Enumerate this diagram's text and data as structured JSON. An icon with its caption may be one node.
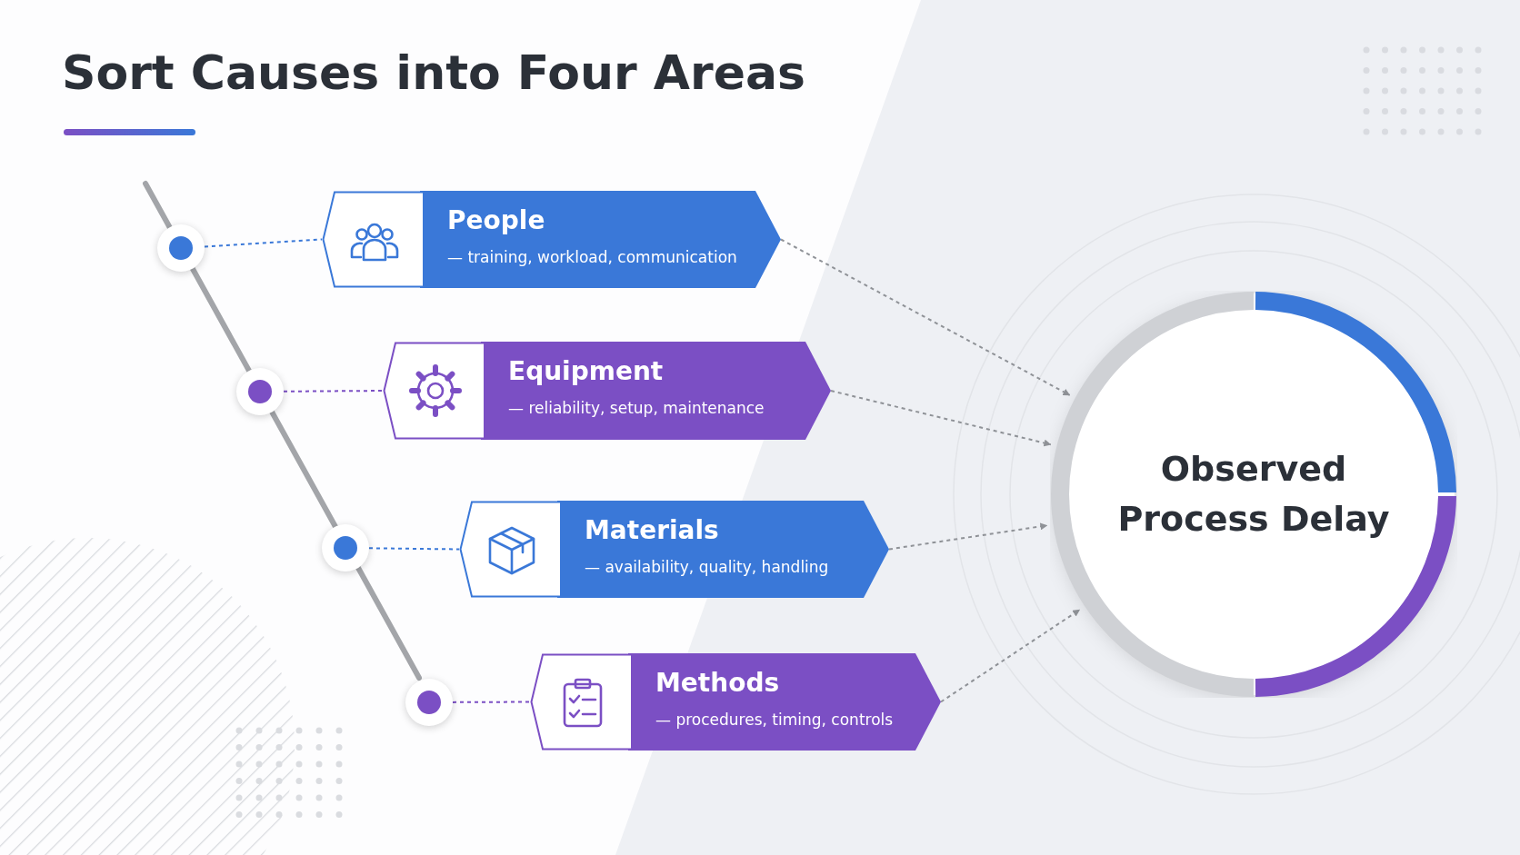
{
  "diagram": {
    "title": "Sort Causes into Four Areas",
    "nodes": [
      {
        "text": [
          "People",
          "— training, workload, communication"
        ]
      },
      {
        "text": [
          "Equipment",
          "— reliability, setup, maintenance"
        ]
      },
      {
        "text": [
          "Materials",
          "— availability, quality, handling"
        ]
      },
      {
        "text": [
          "Methods",
          "— procedures, timing, controls"
        ]
      },
      {
        "text": [
          "Observed Process Delay"
        ]
      },
      {
        "text": [],
        "shape": "circle"
      },
      {
        "text": [],
        "shape": "circle"
      },
      {
        "text": [],
        "shape": "circle"
      },
      {
        "text": [],
        "shape": "circle"
      }
    ],
    "edges": [
      {
        "from": 5,
        "to": 0,
        "arrow": "none",
        "style": "dashed",
        "color": "#3a78d8"
      },
      {
        "from": 6,
        "to": 1,
        "arrow": "none",
        "style": "dashed",
        "color": "#7b4fc4"
      },
      {
        "from": 7,
        "to": 2,
        "arrow": "none",
        "style": "dashed",
        "color": "#3a78d8"
      },
      {
        "from": 8,
        "to": 3,
        "arrow": "none",
        "style": "dashed",
        "color": "#7b4fc4"
      },
      {
        "from": 0,
        "to": 4,
        "arrow": "to",
        "style": "dashed"
      },
      {
        "from": 1,
        "to": 4,
        "arrow": "to",
        "style": "dashed"
      },
      {
        "from": 2,
        "to": 4,
        "arrow": "to",
        "style": "dashed"
      },
      {
        "from": 3,
        "to": 4,
        "arrow": "to",
        "style": "dashed"
      }
    ]
  }
}
